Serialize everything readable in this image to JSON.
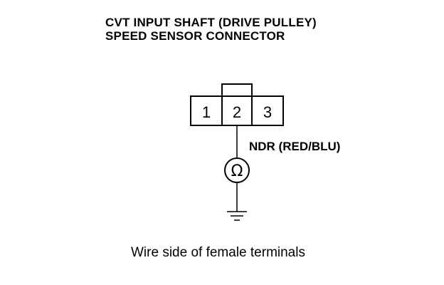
{
  "title": {
    "line1": "CVT INPUT SHAFT (DRIVE PULLEY)",
    "line2": "SPEED SENSOR CONNECTOR"
  },
  "connector": {
    "terminals": [
      "1",
      "2",
      "3"
    ]
  },
  "wire_label": "NDR (RED/BLU)",
  "meter_symbol": "Ω",
  "caption": "Wire side of female terminals"
}
